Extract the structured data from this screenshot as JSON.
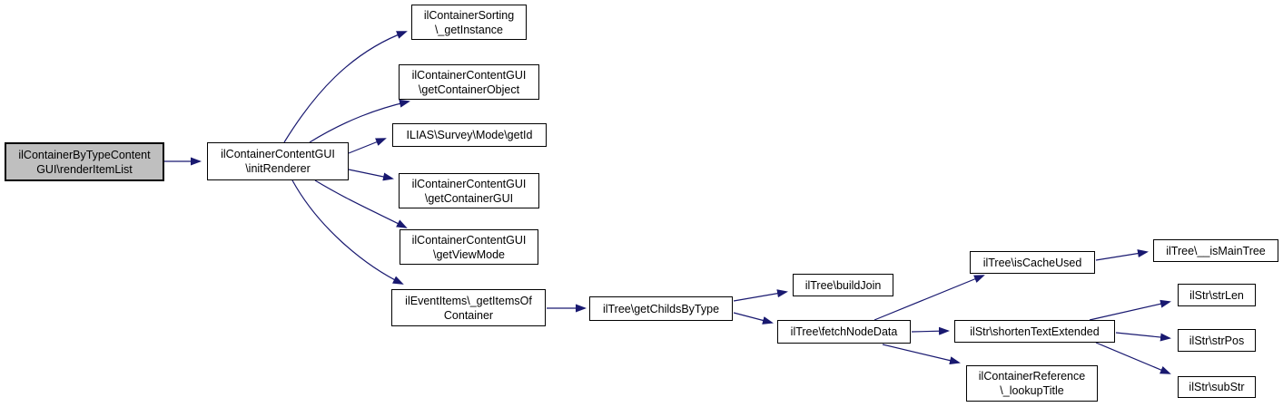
{
  "diagram": {
    "kind": "call-graph",
    "background_color": "#ffffff",
    "edge_color": "#191970",
    "node_border_color": "#000000",
    "node_fill_color": "#ffffff",
    "root_fill_color": "#bfbfbf",
    "nodes": [
      {
        "id": "renderItemList",
        "label": "ilContainerByTypeContent\nGUI\\renderItemList",
        "highlighted": true
      },
      {
        "id": "initRenderer",
        "label": "ilContainerContentGUI\n\\initRenderer"
      },
      {
        "id": "getInstance",
        "label": "ilContainerSorting\n\\_getInstance"
      },
      {
        "id": "getContainerObject",
        "label": "ilContainerContentGUI\n\\getContainerObject"
      },
      {
        "id": "getId",
        "label": "ILIAS\\Survey\\Mode\\getId"
      },
      {
        "id": "getContainerGUI",
        "label": "ilContainerContentGUI\n\\getContainerGUI"
      },
      {
        "id": "getViewMode",
        "label": "ilContainerContentGUI\n\\getViewMode"
      },
      {
        "id": "getItemsOfContainer",
        "label": "ilEventItems\\_getItemsOf\nContainer"
      },
      {
        "id": "getChildsByType",
        "label": "ilTree\\getChildsByType"
      },
      {
        "id": "buildJoin",
        "label": "ilTree\\buildJoin"
      },
      {
        "id": "fetchNodeData",
        "label": "ilTree\\fetchNodeData"
      },
      {
        "id": "isCacheUsed",
        "label": "ilTree\\isCacheUsed"
      },
      {
        "id": "shortenTextExtended",
        "label": "ilStr\\shortenTextExtended"
      },
      {
        "id": "lookupTitle",
        "label": "ilContainerReference\n\\_lookupTitle"
      },
      {
        "id": "isMainTree",
        "label": "ilTree\\__isMainTree"
      },
      {
        "id": "strLen",
        "label": "ilStr\\strLen"
      },
      {
        "id": "strPos",
        "label": "ilStr\\strPos"
      },
      {
        "id": "subStr",
        "label": "ilStr\\subStr"
      }
    ],
    "edges": [
      {
        "from": "renderItemList",
        "to": "initRenderer"
      },
      {
        "from": "initRenderer",
        "to": "getInstance"
      },
      {
        "from": "initRenderer",
        "to": "getContainerObject"
      },
      {
        "from": "initRenderer",
        "to": "getId"
      },
      {
        "from": "initRenderer",
        "to": "getContainerGUI"
      },
      {
        "from": "initRenderer",
        "to": "getViewMode"
      },
      {
        "from": "initRenderer",
        "to": "getItemsOfContainer"
      },
      {
        "from": "getItemsOfContainer",
        "to": "getChildsByType"
      },
      {
        "from": "getChildsByType",
        "to": "buildJoin"
      },
      {
        "from": "getChildsByType",
        "to": "fetchNodeData"
      },
      {
        "from": "fetchNodeData",
        "to": "isCacheUsed"
      },
      {
        "from": "fetchNodeData",
        "to": "shortenTextExtended"
      },
      {
        "from": "fetchNodeData",
        "to": "lookupTitle"
      },
      {
        "from": "isCacheUsed",
        "to": "isMainTree"
      },
      {
        "from": "shortenTextExtended",
        "to": "strLen"
      },
      {
        "from": "shortenTextExtended",
        "to": "strPos"
      },
      {
        "from": "shortenTextExtended",
        "to": "subStr"
      }
    ]
  }
}
